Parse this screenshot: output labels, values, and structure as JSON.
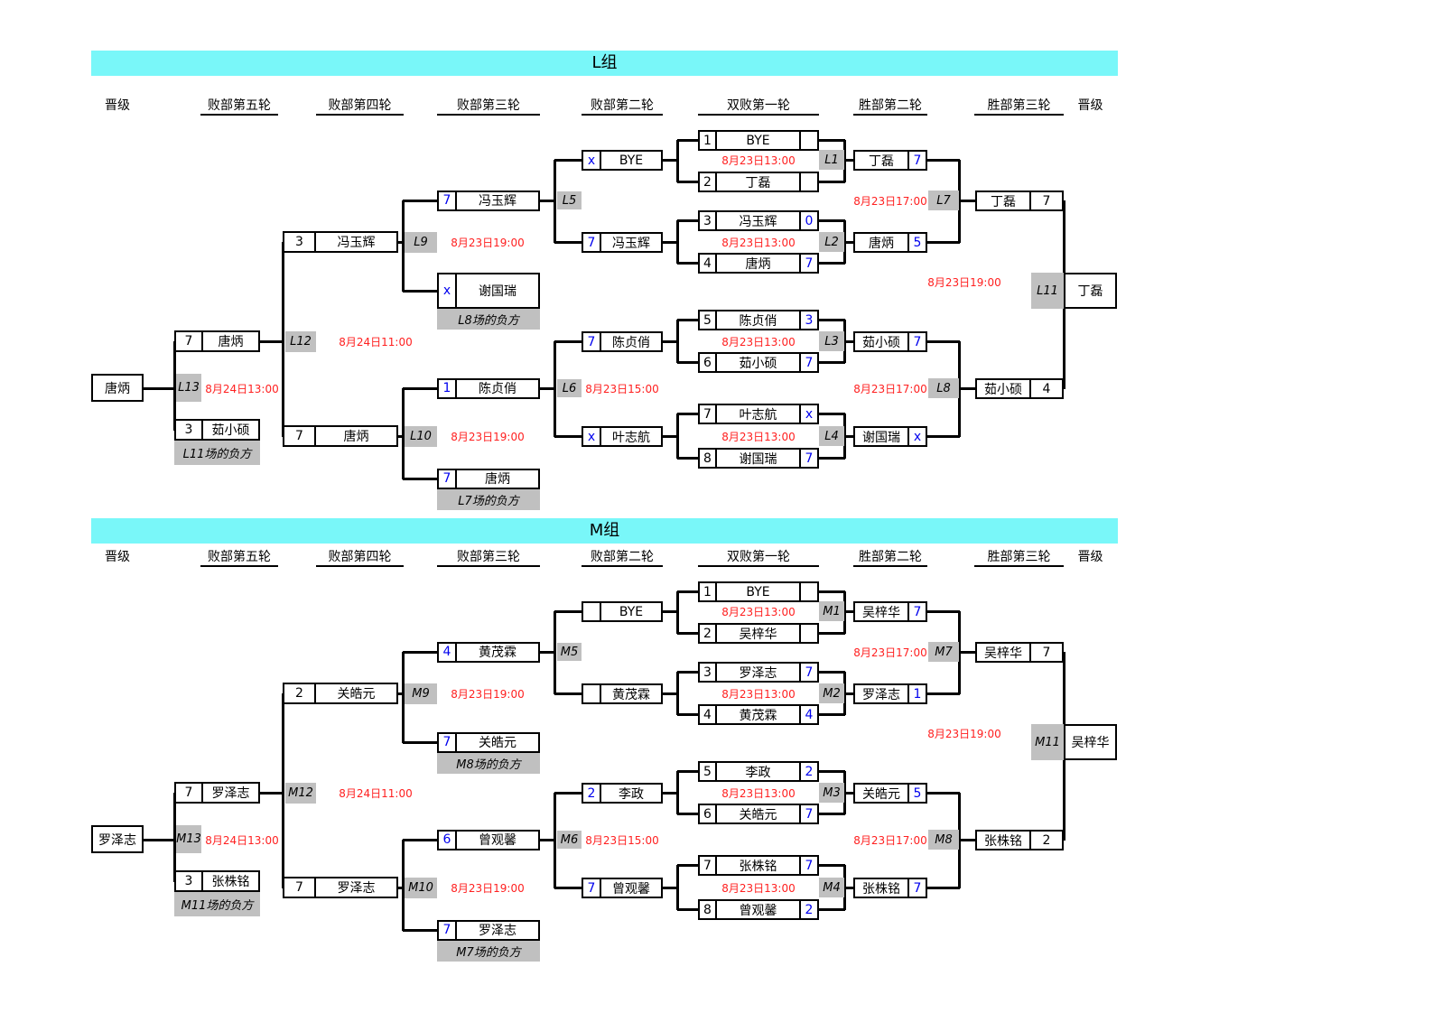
{
  "groups": [
    {
      "title": "L组",
      "headers": [
        "晋级",
        "败部第五轮",
        "败部第四轮",
        "败部第三轮",
        "败部第二轮",
        "双败第一轮",
        "胜部第二轮",
        "胜部第三轮",
        "晋级"
      ],
      "r1": [
        {
          "seed": "1",
          "name": "BYE",
          "score": ""
        },
        {
          "seed": "2",
          "name": "丁磊",
          "score": ""
        },
        {
          "seed": "3",
          "name": "冯玉辉",
          "score": "0"
        },
        {
          "seed": "4",
          "name": "唐炳",
          "score": "7"
        },
        {
          "seed": "5",
          "name": "陈贞俏",
          "score": "3"
        },
        {
          "seed": "6",
          "name": "茹小硕",
          "score": "7"
        },
        {
          "seed": "7",
          "name": "叶志航",
          "score": "x"
        },
        {
          "seed": "8",
          "name": "谢国瑞",
          "score": "7"
        }
      ],
      "r1_times": [
        "8月23日13:00",
        "8月23日13:00",
        "8月23日13:00",
        "8月23日13:00"
      ],
      "r1_labels": [
        "L1",
        "L2",
        "L3",
        "L4"
      ],
      "w2": [
        {
          "name": "丁磊",
          "score": "7"
        },
        {
          "name": "唐炳",
          "score": "5"
        },
        {
          "name": "茹小硕",
          "score": "7"
        },
        {
          "name": "谢国瑞",
          "score": "x"
        }
      ],
      "w2_times": [
        "8月23日17:00",
        "8月23日17:00"
      ],
      "w2_labels": [
        "L7",
        "L8"
      ],
      "w3": [
        {
          "name": "丁磊",
          "score": "7"
        },
        {
          "name": "茹小硕",
          "score": "4"
        }
      ],
      "w3_time": "8月23日19:00",
      "w3_label": "L11",
      "champion": "丁磊",
      "l2": [
        {
          "seed": "x",
          "name": "BYE"
        },
        {
          "seed": "7",
          "name": "冯玉辉"
        },
        {
          "seed": "7",
          "name": "陈贞俏"
        },
        {
          "seed": "x",
          "name": "叶志航"
        }
      ],
      "l2_labels": [
        "L5",
        "L6"
      ],
      "l2_times": [
        "",
        "8月23日15:00"
      ],
      "l3": [
        {
          "seed": "7",
          "name": "冯玉辉",
          "note": ""
        },
        {
          "seed": "x",
          "name": "谢国瑞",
          "note": "L8场的负方"
        },
        {
          "seed": "1",
          "name": "陈贞俏",
          "note": ""
        },
        {
          "seed": "7",
          "name": "唐炳",
          "note": "L7场的负方"
        }
      ],
      "l3_labels": [
        "L9",
        "L10"
      ],
      "l3_times": [
        "8月23日19:00",
        "8月23日19:00"
      ],
      "l4": [
        {
          "seed": "3",
          "name": "冯玉辉"
        },
        {
          "seed": "7",
          "name": "唐炳"
        }
      ],
      "l4_label": "L12",
      "l4_time": "8月24日11:00",
      "l5": [
        {
          "seed": "7",
          "name": "唐炳"
        },
        {
          "seed": "3",
          "name": "茹小硕"
        }
      ],
      "l5_note": "L11场的负方",
      "l5_label": "L13",
      "l5_time": "8月24日13:00",
      "advance": "唐炳"
    },
    {
      "title": "M组",
      "headers": [
        "晋级",
        "败部第五轮",
        "败部第四轮",
        "败部第三轮",
        "败部第二轮",
        "双败第一轮",
        "胜部第二轮",
        "胜部第三轮",
        "晋级"
      ],
      "r1": [
        {
          "seed": "1",
          "name": "BYE",
          "score": ""
        },
        {
          "seed": "2",
          "name": "吴梓华",
          "score": ""
        },
        {
          "seed": "3",
          "name": "罗泽志",
          "score": "7"
        },
        {
          "seed": "4",
          "name": "黄茂霖",
          "score": "4"
        },
        {
          "seed": "5",
          "name": "李政",
          "score": "2"
        },
        {
          "seed": "6",
          "name": "关皓元",
          "score": "7"
        },
        {
          "seed": "7",
          "name": "张株铭",
          "score": "7"
        },
        {
          "seed": "8",
          "name": "曾观馨",
          "score": "2"
        }
      ],
      "r1_times": [
        "8月23日13:00",
        "8月23日13:00",
        "8月23日13:00",
        "8月23日13:00"
      ],
      "r1_labels": [
        "M1",
        "M2",
        "M3",
        "M4"
      ],
      "w2": [
        {
          "name": "吴梓华",
          "score": "7"
        },
        {
          "name": "罗泽志",
          "score": "1"
        },
        {
          "name": "关皓元",
          "score": "5"
        },
        {
          "name": "张株铭",
          "score": "7"
        }
      ],
      "w2_times": [
        "8月23日17:00",
        "8月23日17:00"
      ],
      "w2_labels": [
        "M7",
        "M8"
      ],
      "w3": [
        {
          "name": "吴梓华",
          "score": "7"
        },
        {
          "name": "张株铭",
          "score": "2"
        }
      ],
      "w3_time": "8月23日19:00",
      "w3_label": "M11",
      "champion": "吴梓华",
      "l2": [
        {
          "seed": "",
          "name": "BYE"
        },
        {
          "seed": "",
          "name": "黄茂霖"
        },
        {
          "seed": "2",
          "name": "李政"
        },
        {
          "seed": "7",
          "name": "曾观馨"
        }
      ],
      "l2_labels": [
        "M5",
        "M6"
      ],
      "l2_times": [
        "",
        "8月23日15:00"
      ],
      "l3": [
        {
          "seed": "4",
          "name": "黄茂霖",
          "note": ""
        },
        {
          "seed": "7",
          "name": "关皓元",
          "note": "M8场的负方"
        },
        {
          "seed": "6",
          "name": "曾观馨",
          "note": ""
        },
        {
          "seed": "7",
          "name": "罗泽志",
          "note": "M7场的负方"
        }
      ],
      "l3_labels": [
        "M9",
        "M10"
      ],
      "l3_times": [
        "8月23日19:00",
        "8月23日19:00"
      ],
      "l4": [
        {
          "seed": "2",
          "name": "关皓元"
        },
        {
          "seed": "7",
          "name": "罗泽志"
        }
      ],
      "l4_label": "M12",
      "l4_time": "8月24日11:00",
      "l5": [
        {
          "seed": "7",
          "name": "罗泽志"
        },
        {
          "seed": "3",
          "name": "张株铭"
        }
      ],
      "l5_note": "M11场的负方",
      "l5_label": "M13",
      "l5_time": "8月24日13:00",
      "advance": "罗泽志"
    }
  ]
}
